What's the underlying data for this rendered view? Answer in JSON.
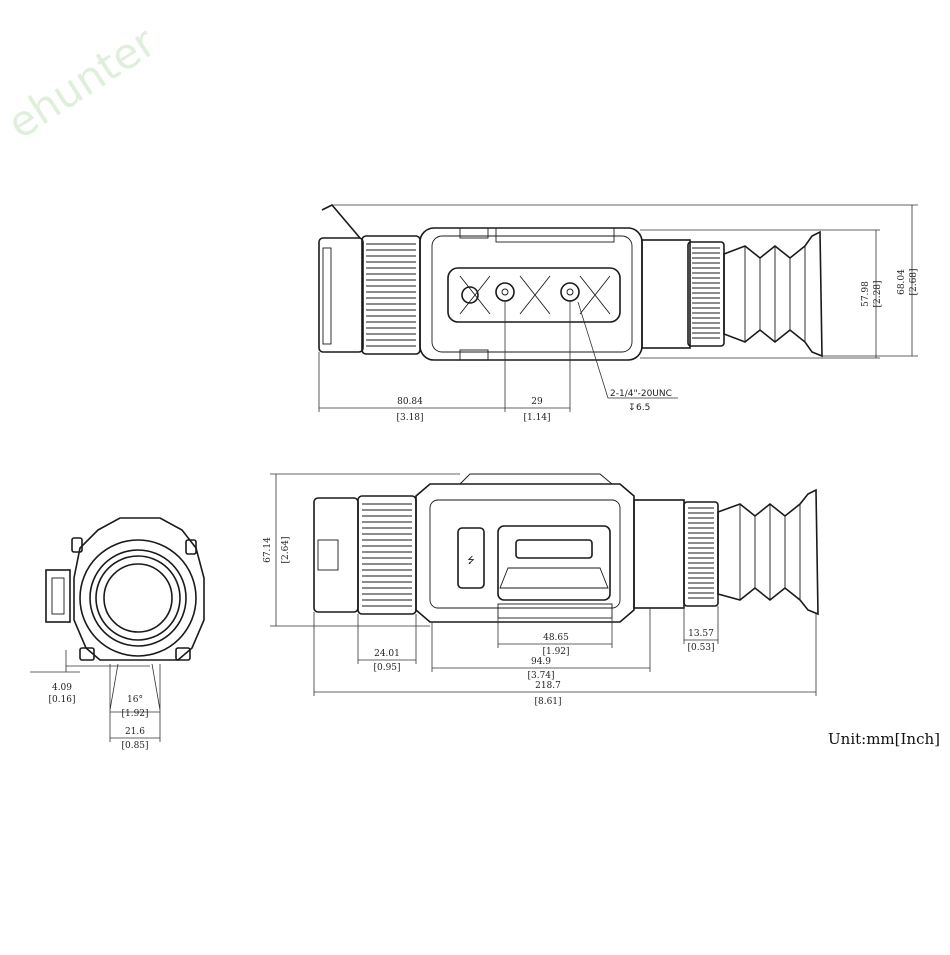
{
  "watermark": "ehunter",
  "unit_label": "Unit:mm[Inch]",
  "top_view": {
    "dim_left": {
      "mm": "80.84",
      "in": "[3.18]"
    },
    "dim_mount": {
      "mm": "29",
      "in": "[1.14]"
    },
    "dim_height_inner": {
      "mm": "57.98",
      "in": "[2.28]"
    },
    "dim_height_outer": {
      "mm": "68.04",
      "in": "[2.68]"
    },
    "thread_callout": "2-1/4\"-20UNC",
    "thread_depth": "6.5"
  },
  "side_view": {
    "dim_height": {
      "mm": "67.14",
      "in": "[2.64]"
    },
    "dim_a": {
      "mm": "24.01",
      "in": "[0.95]"
    },
    "dim_b": {
      "mm": "48.65",
      "in": "[1.92]"
    },
    "dim_c": {
      "mm": "94.9",
      "in": "[3.74]"
    },
    "dim_d": {
      "mm": "13.57",
      "in": "[0.53]"
    },
    "dim_total": {
      "mm": "218.7",
      "in": "[8.61]"
    }
  },
  "front_view": {
    "dim_offset": {
      "mm": "4.09",
      "in": "[0.16]"
    },
    "dim_angle": {
      "mm": "16°",
      "in": "[1.92]"
    },
    "dim_width": {
      "mm": "21.6",
      "in": "[0.85]"
    }
  }
}
